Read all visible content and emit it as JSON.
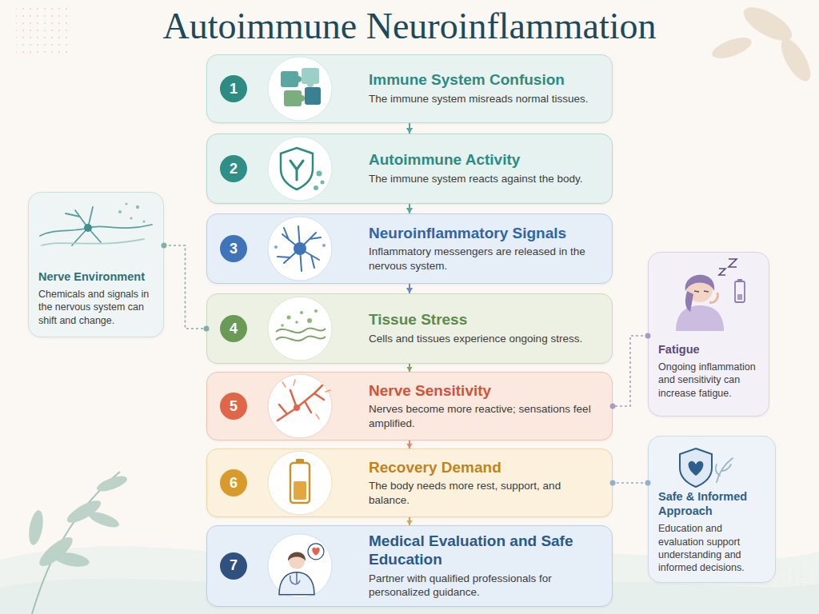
{
  "diagram": {
    "title": "Autoimmune Neuroinflammation",
    "nodes": [
      {
        "text": [
          "Immune System Confusion",
          "The immune system misreads normal tissues."
        ]
      },
      {
        "text": [
          "1"
        ],
        "in": 0
      },
      {
        "text": [
          "Autoimmune Activity",
          "The immune system reacts against the body."
        ]
      },
      {
        "text": [
          "2"
        ],
        "in": 2
      },
      {
        "text": [
          "Neuroinflammatory Signals",
          "Inflammatory messengers are released in the nervous system."
        ]
      },
      {
        "text": [
          "3"
        ],
        "in": 4
      },
      {
        "text": [
          "Tissue Stress",
          "Cells and tissues experience ongoing stress."
        ]
      },
      {
        "text": [
          "4"
        ],
        "in": 6
      },
      {
        "text": [
          "Nerve Sensitivity",
          "Nerves become more reactive; sensations feel amplified."
        ]
      },
      {
        "text": [
          "5"
        ],
        "in": 8
      },
      {
        "text": [
          "Recovery Demand",
          "The body needs more rest, support, and balance."
        ]
      },
      {
        "text": [
          "6"
        ],
        "in": 10
      },
      {
        "text": [
          "Medical Evaluation and Safe Education",
          "Partner with qualified professionals for personalized guidance."
        ]
      },
      {
        "text": [
          "7"
        ],
        "in": 12
      },
      {
        "text": [
          "Nerve Environment",
          "Chemicals and signals in the nervous system can shift and change."
        ]
      },
      {
        "text": [
          "Fatigue",
          "Ongoing inflammation and sensitivity can increase fatigue."
        ]
      },
      {
        "text": [
          "Safe & Informed Approach",
          "Education and evaluation support understanding and informed decisions."
        ]
      }
    ],
    "edges": [
      {
        "from": 0,
        "to": 2,
        "arrow": "to"
      },
      {
        "from": 2,
        "to": 4,
        "arrow": "to"
      },
      {
        "from": 4,
        "to": 6,
        "arrow": "to"
      },
      {
        "from": 6,
        "to": 8,
        "arrow": "to"
      },
      {
        "from": 8,
        "to": 10,
        "arrow": "to"
      },
      {
        "from": 10,
        "to": 12,
        "arrow": "to"
      },
      {
        "from": 14,
        "to": 6,
        "arrow": "none"
      },
      {
        "from": 15,
        "to": 8,
        "arrow": "none"
      },
      {
        "from": 16,
        "to": 10,
        "arrow": "none"
      }
    ]
  }
}
